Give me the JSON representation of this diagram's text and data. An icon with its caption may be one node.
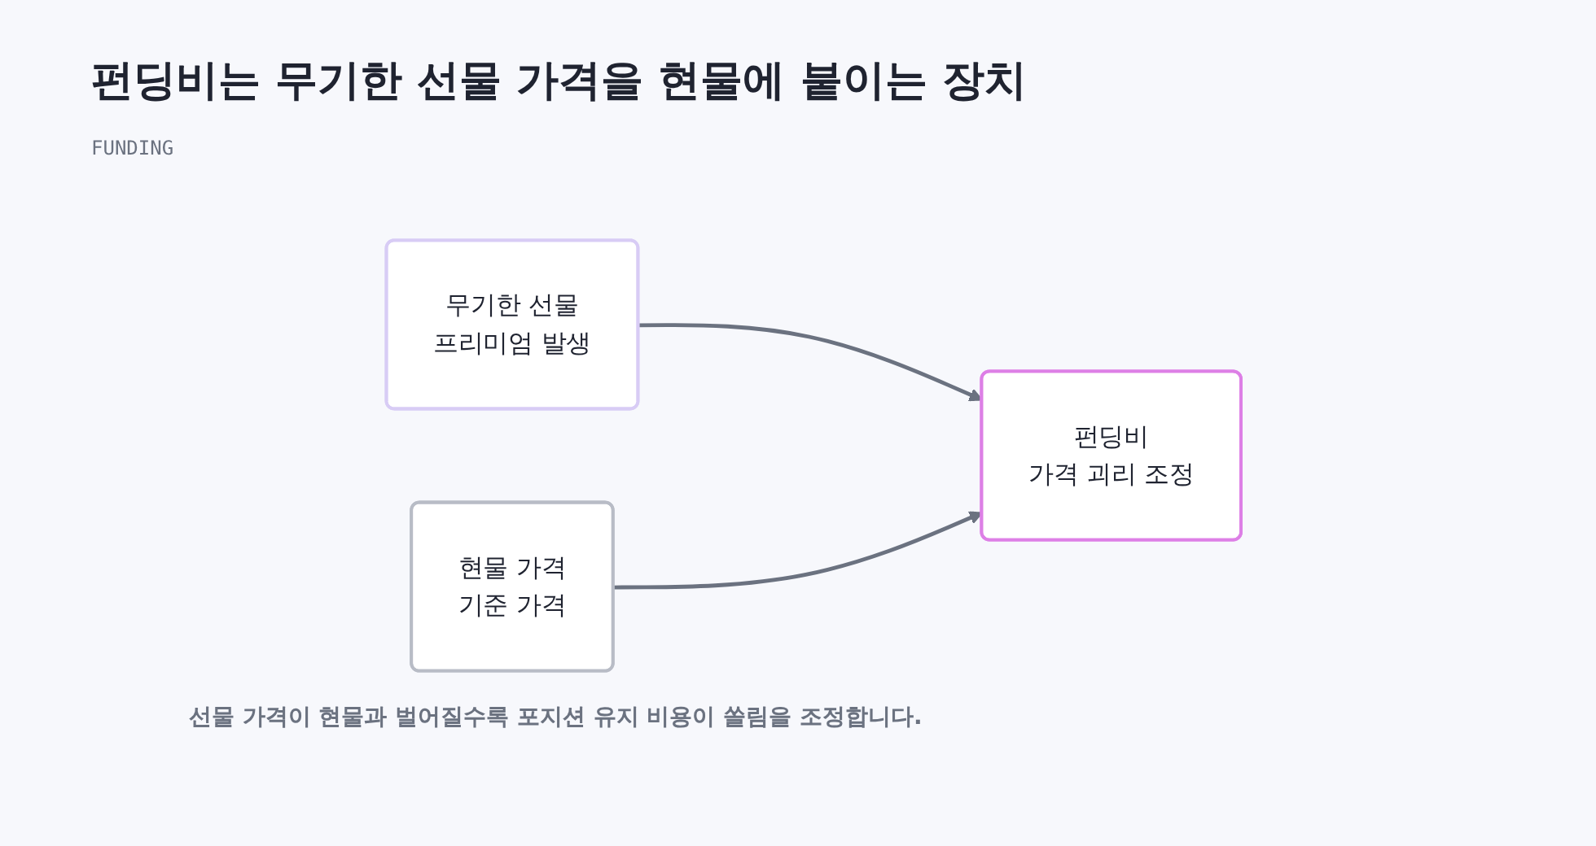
{
  "diagram": {
    "title": "펀딩비는 무기한 선물 가격을 현물에 붙이는 장치",
    "caption": "선물 가격이 현물과 벌어질수록 포지션 유지 비용이 쏠림을 조정합니다.",
    "nodes": [
      {
        "text": [
          "무기한 선물",
          "프리미엄 발생"
        ]
      },
      {
        "text": [
          "현물 가격",
          "기준 가격"
        ]
      },
      {
        "text": [
          "펀딩비",
          "가격 괴리 조정"
        ]
      }
    ],
    "edges": [
      {
        "from": 0,
        "to": 2,
        "arrow": "to"
      },
      {
        "from": 1,
        "to": 2,
        "arrow": "to"
      }
    ],
    "labels": [
      "FUNDING"
    ]
  }
}
